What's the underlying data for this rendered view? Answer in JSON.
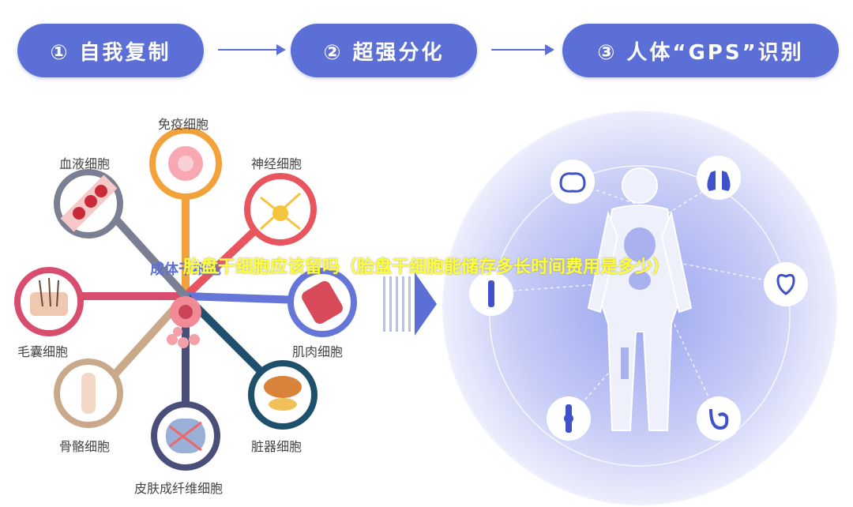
{
  "steps": [
    {
      "label": "① 自我复制"
    },
    {
      "label": "② 超强分化"
    },
    {
      "label": "③ 人体“GPS”识别"
    }
  ],
  "center": {
    "label": "成体干细胞"
  },
  "cells": {
    "immune": "免疫细胞",
    "blood": "血液细胞",
    "nerve": "神经细胞",
    "hair": "毛囊细胞",
    "muscle": "肌肉细胞",
    "bone": "骨骼细胞",
    "organ": "脏器细胞",
    "skin": "皮肤成纤维细胞"
  },
  "overlay_text": "胎盘干细胞应该留吗（胎盘干细胞能储存多长时间费用是多少）",
  "colors": {
    "primary": "#5b6fd6",
    "immune": "#f3a23b",
    "nerve": "#e8555e",
    "muscle": "#6676d8",
    "organ": "#1e4f6b",
    "skin": "#4a4f7a",
    "bone": "#c9a98a",
    "hair": "#d84d6d",
    "blood": "#7b7f93"
  }
}
